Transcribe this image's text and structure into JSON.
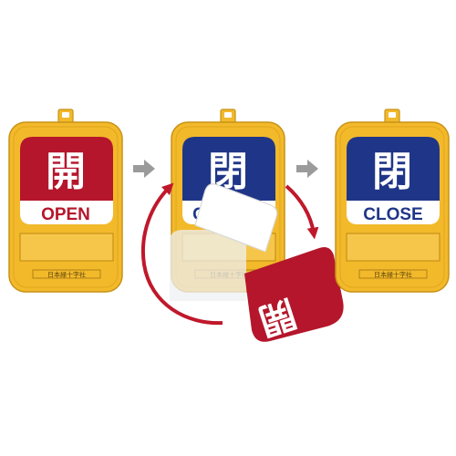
{
  "tags": {
    "open_state": {
      "kanji": "開",
      "word": "OPEN"
    },
    "middle_state": {
      "kanji": "閉",
      "word_partial": "C"
    },
    "flip_card": {
      "kanji": "開"
    },
    "close_state": {
      "kanji": "閉",
      "word": "CLOSE"
    },
    "maker_mark": "日本緑十字社"
  },
  "colors": {
    "tag_yellow": "#f2b92b",
    "tag_edge": "#c89216",
    "open_red": "#b5162b",
    "close_blue": "#1f3688",
    "arrow_gray": "#9b9b9b",
    "rotation_red": "#c0182b"
  },
  "icons": {
    "step_arrow": "right-arrow-icon",
    "rotation_arrow": "circular-arrow-icon"
  }
}
